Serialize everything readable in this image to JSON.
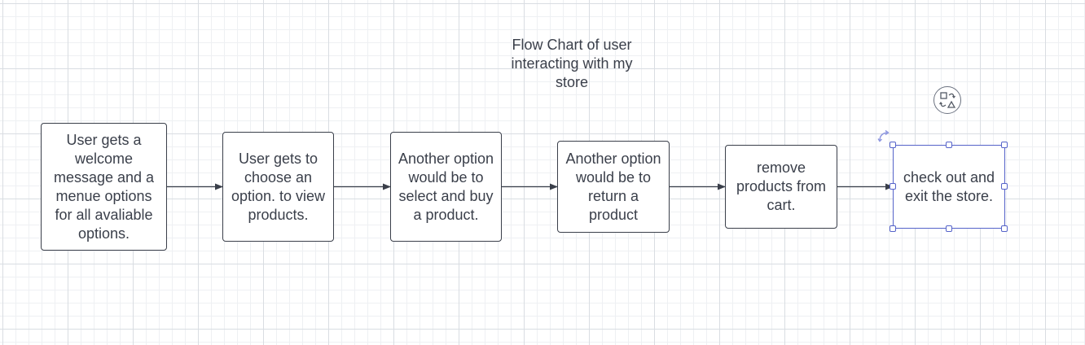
{
  "title": "Flow Chart of user interacting with my store",
  "nodes": [
    {
      "id": "n1",
      "text": "User gets a welcome message and a menue options for all avaliable options."
    },
    {
      "id": "n2",
      "text": "User gets to choose an option. to view products."
    },
    {
      "id": "n3",
      "text": "Another option would be to select and buy a product."
    },
    {
      "id": "n4",
      "text": "Another option would be to return a product"
    },
    {
      "id": "n5",
      "text": "remove products from cart."
    },
    {
      "id": "n6",
      "text": "check out and exit the store.",
      "selected": true
    }
  ],
  "edges": [
    {
      "from": "n1",
      "to": "n2"
    },
    {
      "from": "n2",
      "to": "n3"
    },
    {
      "from": "n3",
      "to": "n4"
    },
    {
      "from": "n4",
      "to": "n5"
    },
    {
      "from": "n5",
      "to": "n6"
    }
  ],
  "colors": {
    "stroke": "#3a3f4a",
    "selection": "#5563c9",
    "grid": "#d9dde2"
  },
  "icons": {
    "rotate": "rotate-handle-icon",
    "shape_swap": "shape-swap-icon"
  }
}
